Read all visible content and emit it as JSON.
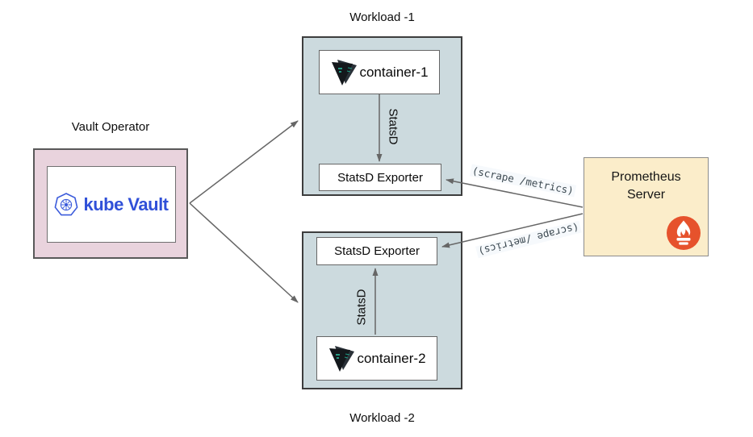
{
  "vault": {
    "title": "Vault Operator",
    "logo_text": "kube Vault"
  },
  "workload1": {
    "title": "Workload -1",
    "container_label": "container-1",
    "exporter_label": "StatsD Exporter",
    "flow_label": "StatsD"
  },
  "workload2": {
    "title": "Workload -2",
    "container_label": "container-2",
    "exporter_label": "StatsD Exporter",
    "flow_label": "StatsD"
  },
  "prometheus": {
    "title": "Prometheus\nServer"
  },
  "edges": {
    "scrape_top": "(scrape /metrics)",
    "scrape_bottom": "(scrape /metrics)"
  },
  "colors": {
    "vault_fill": "#e9d3dd",
    "workload_fill": "#ccdade",
    "prometheus_fill": "#fbedca",
    "prometheus_logo": "#e6522c",
    "kube_vault_blue": "#3050d8",
    "arrow": "#666666"
  }
}
